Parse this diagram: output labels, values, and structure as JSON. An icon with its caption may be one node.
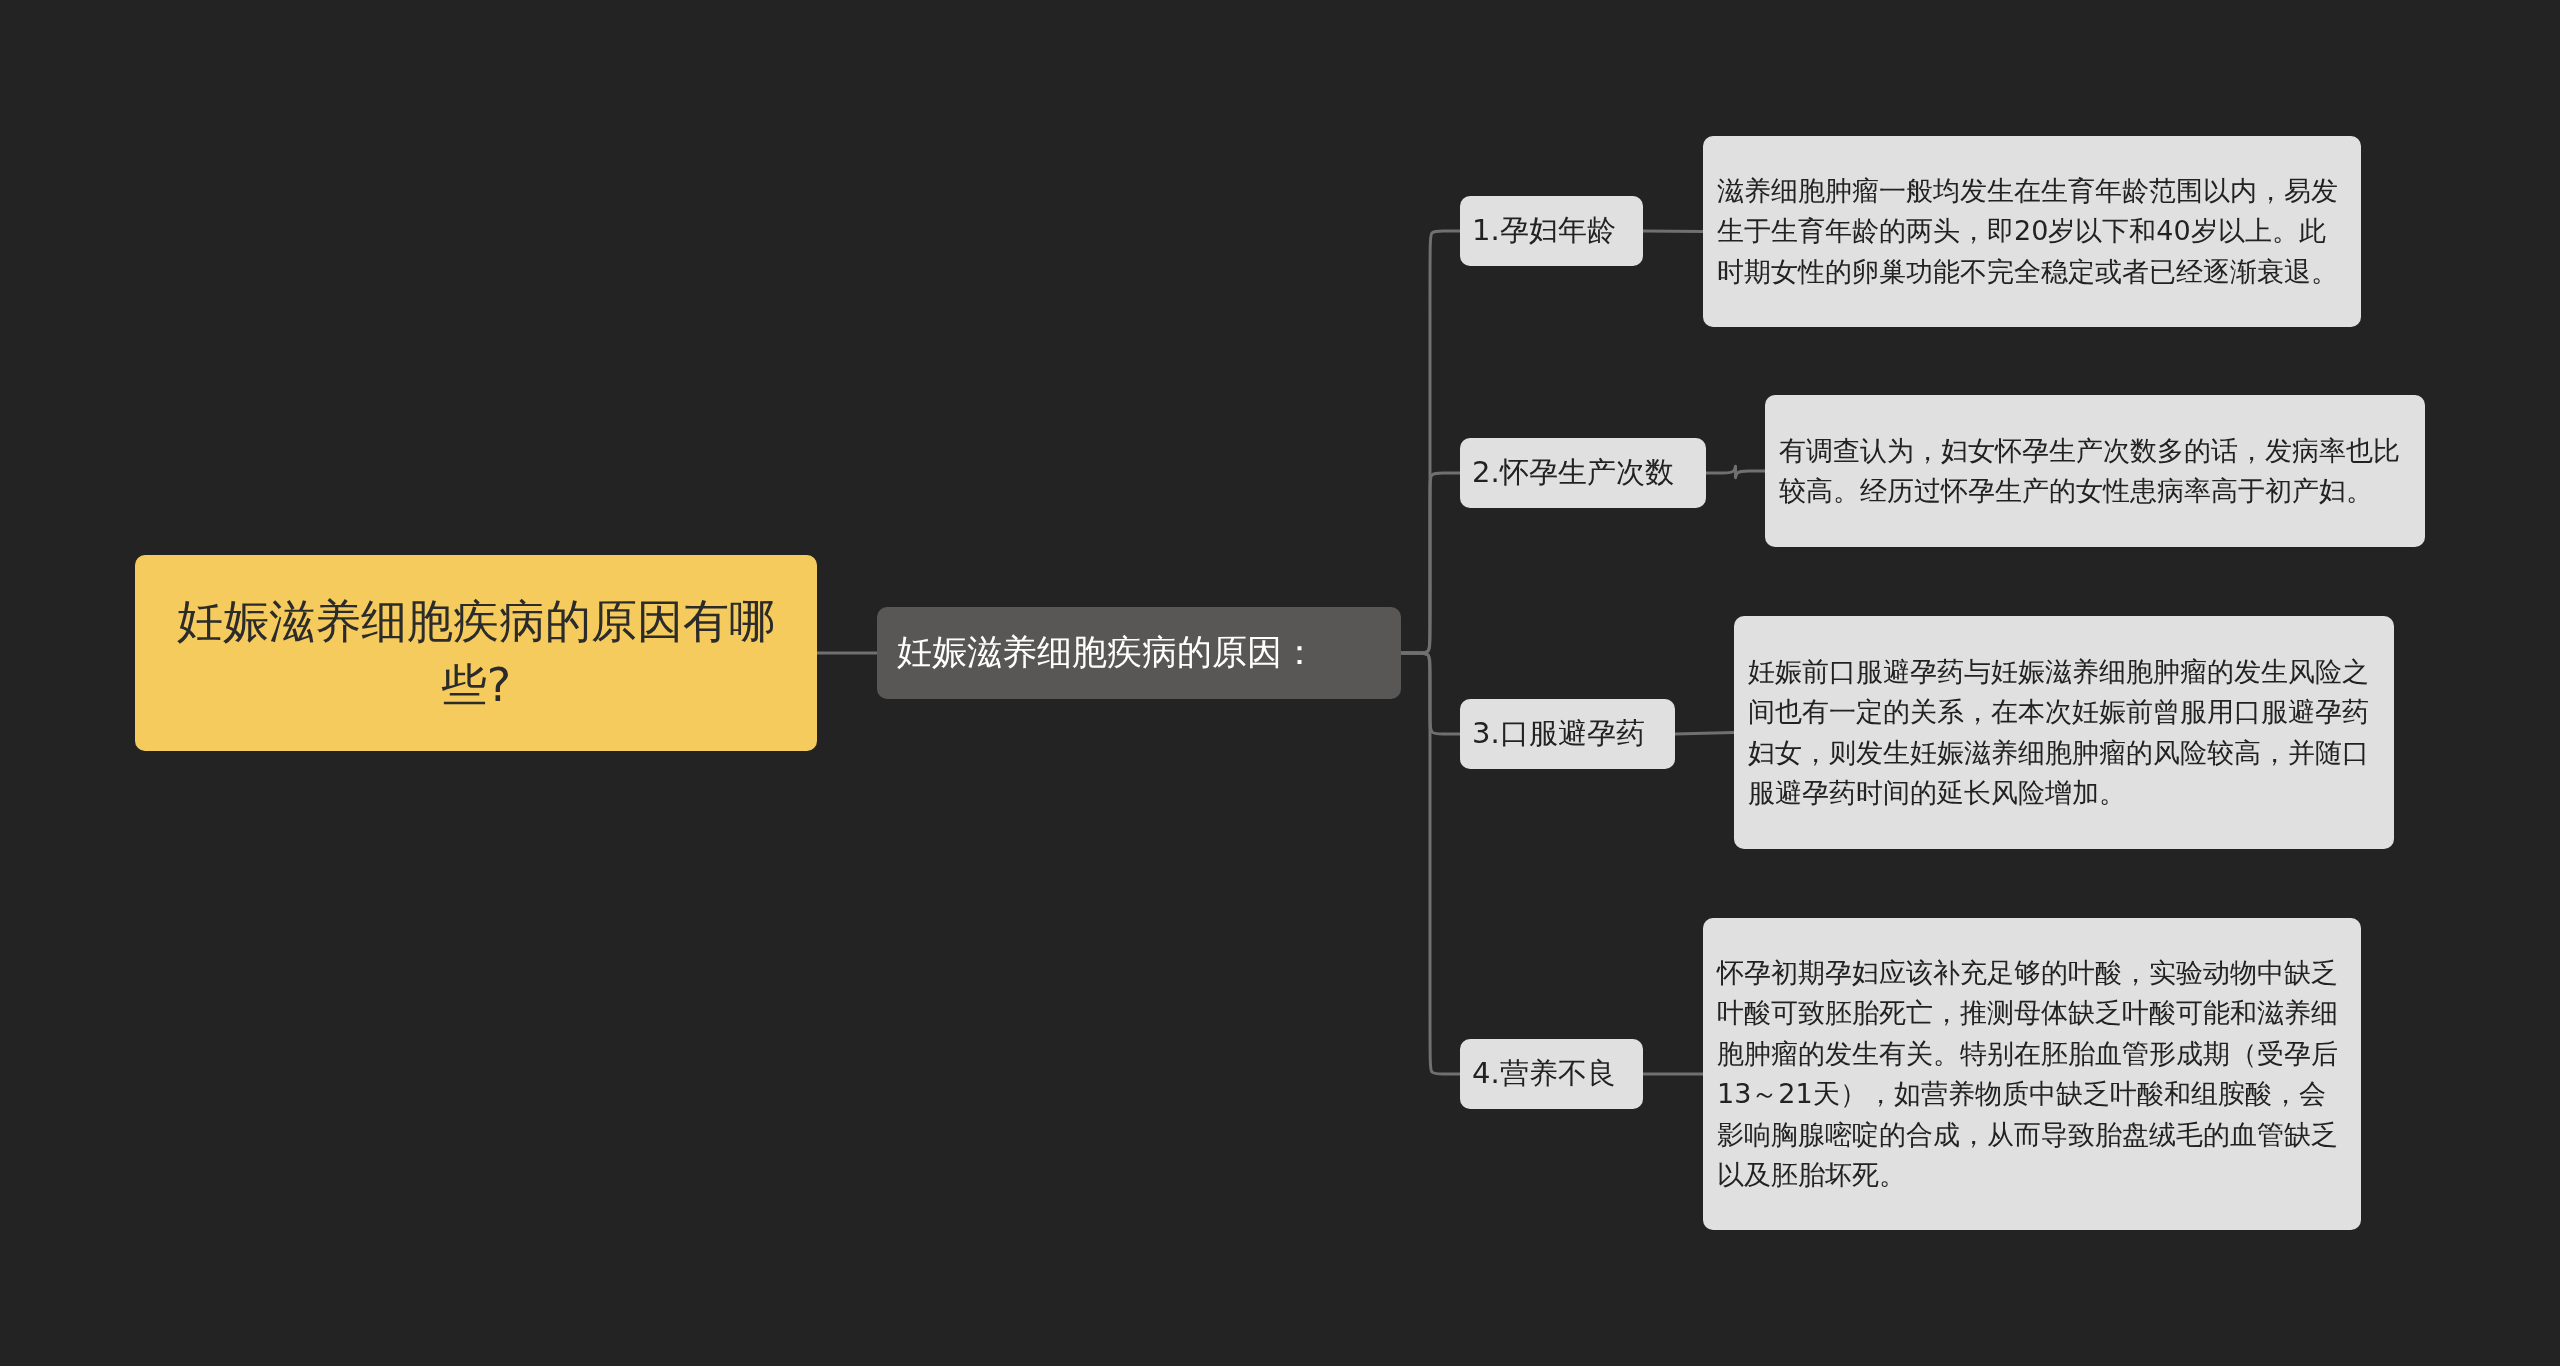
{
  "diagram": {
    "nodes": [
      {
        "text": [
          "妊娠滋养细胞疾病的原因有哪些?"
        ]
      },
      {
        "text": [
          "妊娠滋养细胞疾病的原因："
        ]
      },
      {
        "text": [
          "1.孕妇年龄"
        ]
      },
      {
        "text": [
          "滋养细胞肿瘤一般均发生在生育年龄范围以内，易发生于生育年龄的两头，即20岁以下和40岁以上。此时期女性的卵巢功能不完全稳定或者已经逐渐衰退。"
        ]
      },
      {
        "text": [
          "2.怀孕生产次数"
        ]
      },
      {
        "text": [
          "有调查认为，妇女怀孕生产次数多的话，发病率也比较高。经历过怀孕生产的女性患病率高于初产妇。"
        ]
      },
      {
        "text": [
          "3.口服避孕药"
        ]
      },
      {
        "text": [
          "妊娠前口服避孕药与妊娠滋养细胞肿瘤的发生风险之间也有一定的关系，在本次妊娠前曾服用口服避孕药妇女，则发生妊娠滋养细胞肿瘤的风险较高，并随口服避孕药时间的延长风险增加。"
        ]
      },
      {
        "text": [
          "4.营养不良"
        ]
      },
      {
        "text": [
          "怀孕初期孕妇应该补充足够的叶酸，实验动物中缺乏叶酸可致胚胎死亡，推测母体缺乏叶酸可能和滋养细胞肿瘤的发生有关。特别在胚胎血管形成期（受孕后13～21天），如营养物质中缺乏叶酸和组胺酸，会影响胸腺嘧啶的合成，从而导致胎盘绒毛的血管缺乏以及胚胎坏死。"
        ]
      }
    ],
    "edges": [
      {
        "from": 0,
        "to": 1,
        "arrow": "none"
      },
      {
        "from": 1,
        "to": 2,
        "arrow": "none"
      },
      {
        "from": 2,
        "to": 3,
        "arrow": "none"
      },
      {
        "from": 1,
        "to": 4,
        "arrow": "none"
      },
      {
        "from": 4,
        "to": 5,
        "arrow": "none"
      },
      {
        "from": 1,
        "to": 6,
        "arrow": "none"
      },
      {
        "from": 6,
        "to": 7,
        "arrow": "none"
      },
      {
        "from": 1,
        "to": 8,
        "arrow": "none"
      },
      {
        "from": 8,
        "to": 9,
        "arrow": "none"
      }
    ]
  }
}
